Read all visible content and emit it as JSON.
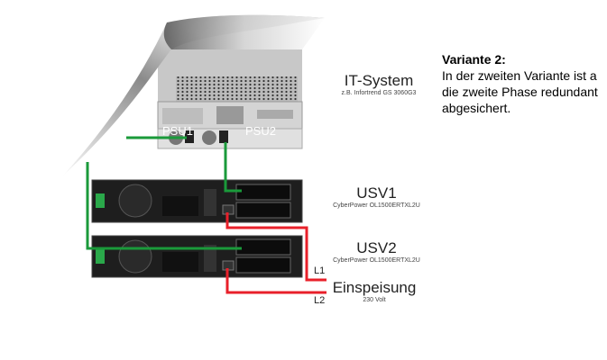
{
  "note": {
    "title": "Variante 2:",
    "lines": [
      "In der zweiten Variante ist a",
      "die zweite Phase redundant",
      "abgesichert."
    ]
  },
  "devices": {
    "it_system": {
      "name": "IT-System",
      "model": "z.B. Infortrend GS 3060G3",
      "psu1": "PSU1",
      "psu2": "PSU2"
    },
    "usv1": {
      "name": "USV1",
      "model": "CyberPower OL1500ERTXL2U"
    },
    "usv2": {
      "name": "USV2",
      "model": "CyberPower OL1500ERTXL2U"
    },
    "feed": {
      "name": "Einspeisung",
      "voltage": "230 Volt",
      "phase1": "L1",
      "phase2": "L2"
    }
  },
  "colors": {
    "power_out": "#1a9a3a",
    "mains_in": "#e8202a"
  }
}
